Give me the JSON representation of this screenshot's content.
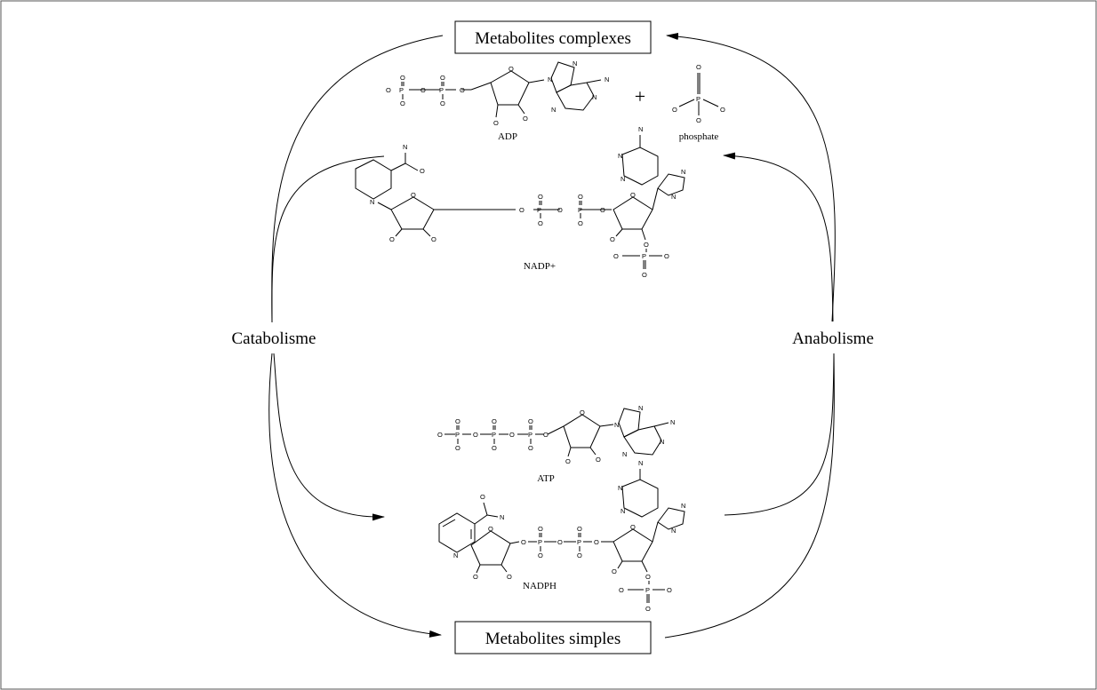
{
  "title_top": "Metabolites complexes",
  "title_bottom": "Metabolites simples",
  "left_label": "Catabolisme",
  "right_label": "Anabolisme",
  "plus_sign": "+",
  "molecules": {
    "adp": "ADP",
    "phosphate": "phosphate",
    "nadp": "NADP+",
    "atp": "ATP",
    "nadph": "NADPH"
  },
  "atoms": {
    "o": "O",
    "p": "P",
    "n": "N"
  }
}
